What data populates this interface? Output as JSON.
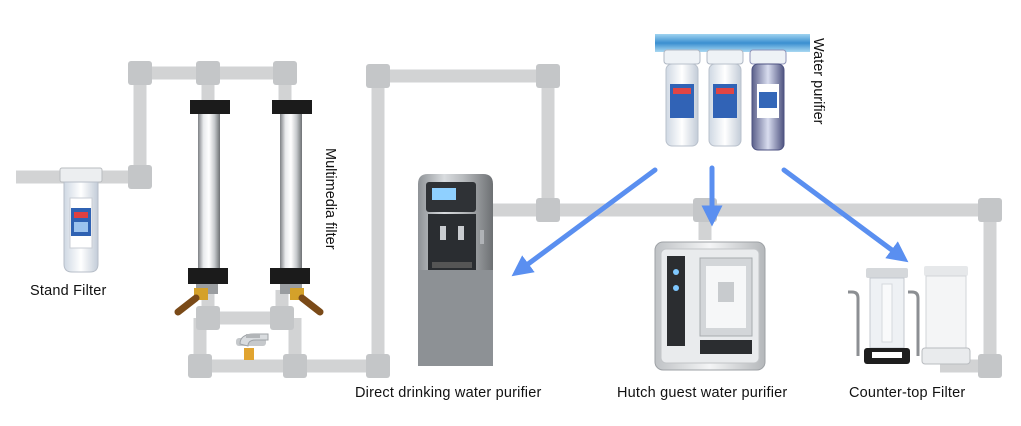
{
  "colors": {
    "pipe": "#d2d3d4",
    "joint": "#c4c6c8",
    "arrow": "#5a8ff0",
    "label": "#111111"
  },
  "labels": {
    "stand_filter": "Stand Filter",
    "multimedia_filter": "Multimedia filter",
    "water_purifier": "Water purifier",
    "direct_drinking": "Direct drinking water purifier",
    "hutch_guest": "Hutch guest water purifier",
    "counter_top": "Counter-top Filter"
  },
  "icons": [
    "stand-filter-icon",
    "multimedia-filter-icon",
    "faucet-icon",
    "water-cooler-icon",
    "water-purifier-icon",
    "hutch-purifier-icon",
    "counter-top-filter-icon",
    "flow-arrow-icon"
  ]
}
